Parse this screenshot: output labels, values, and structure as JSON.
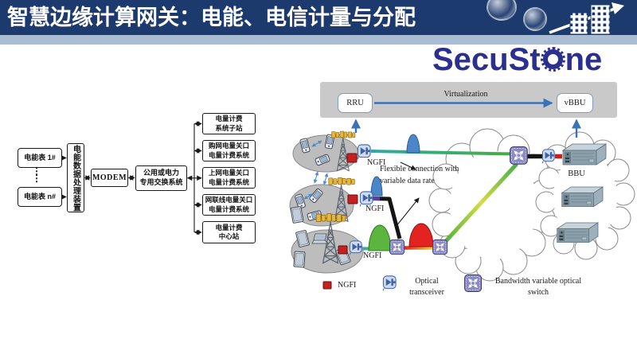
{
  "header": {
    "title": "智慧边缘计算网关：电能、电信计量与分配"
  },
  "logo": {
    "text_start": "SecuSt",
    "text_end": "ne"
  },
  "flowchart": {
    "meter_1": "电能表 1#",
    "meter_n": "电能表 n#",
    "dots": "⋮⋮",
    "processor": "电能数据处理装置",
    "modem": "MODEM",
    "exchange_line1": "公用或电力",
    "exchange_line2": "专用交换系统",
    "stations": [
      {
        "line1": "电量计费",
        "line2": "系统子站"
      },
      {
        "line1": "购网电量关口",
        "line2": "电量计费系统"
      },
      {
        "line1": "上网电量关口",
        "line2": "电量计费系统"
      },
      {
        "line1": "网联线电量关口",
        "line2": "电量计费系统"
      },
      {
        "line1": "电量计费",
        "line2": "中心站"
      }
    ]
  },
  "network": {
    "rru": "RRU",
    "virtualization": "Virtualization",
    "vbbu": "vBBU",
    "ngfi_1": "NGFI",
    "ngfi_2": "NGFI",
    "ngfi_3": "NGFI",
    "annotation_line1": "Flexible connection with",
    "annotation_line2": "variable data rate",
    "bbu": "BBU",
    "legend": {
      "ngfi": "NGFI",
      "transceiver_line1": "Optical",
      "transceiver_line2": "transceiver",
      "switch_line1": "Bandwidth variable optical",
      "switch_line2": "switch"
    }
  },
  "colors": {
    "header_navy": "#1c3a6d",
    "strip_blue": "#a9bdd4",
    "logo_blue": "#2b2f8e",
    "ngfi_red": "#c32121",
    "switch_purple": "#8a8ac6",
    "transceiver_blue": "#3f61a6",
    "link_blue": "#3a72b6",
    "panel_gray": "#c9c9c9"
  }
}
